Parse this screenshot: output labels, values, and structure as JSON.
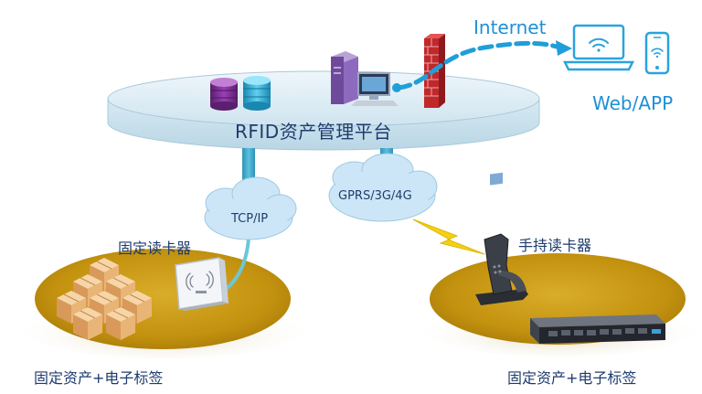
{
  "platform": {
    "label": "RFID资产管理平台"
  },
  "internet": {
    "label": "Internet"
  },
  "client": {
    "label": "Web/APP"
  },
  "networks": {
    "tcp_label": "TCP/IP",
    "gprs_label": "GPRS/3G/4G"
  },
  "readers": {
    "fixed_label": "固定读卡器",
    "handheld_label": "手持读卡器"
  },
  "assets": {
    "left_label": "固定资产+电子标签",
    "right_label": "固定资产+电子标签"
  },
  "colors": {
    "platform_fill": "#dcecf4",
    "pipe": "#3aa7c9",
    "internet_dash": "#1f9fd9",
    "base_gold": "#c99a16",
    "cloud": "#cde6f7",
    "text_dark": "#1f3c6e",
    "text_blue": "#1f8fd6"
  },
  "icons": [
    "database-icon",
    "server-tower-icon",
    "workstation-icon",
    "firewall-icon",
    "laptop-icon",
    "smartphone-icon",
    "wifi-icon",
    "rfid-reader-icon",
    "handheld-reader-icon",
    "rack-server-icon",
    "box-icon",
    "lightning-icon"
  ]
}
